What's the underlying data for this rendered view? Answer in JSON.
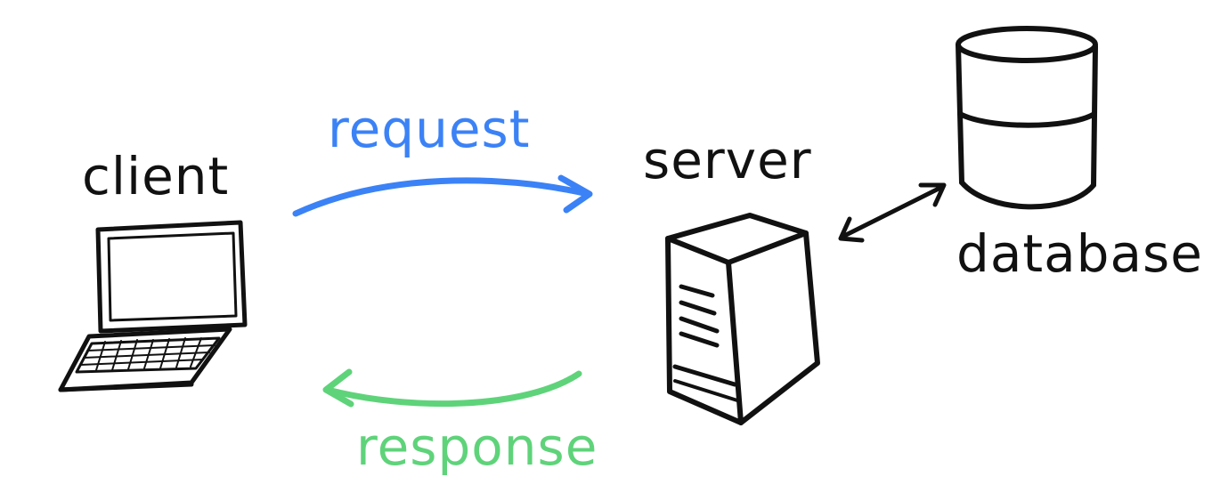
{
  "nodes": {
    "client": {
      "label": "client",
      "icon": "laptop-icon"
    },
    "server": {
      "label": "server",
      "icon": "server-tower-icon"
    },
    "database": {
      "label": "database",
      "icon": "database-cylinder-icon"
    }
  },
  "edges": {
    "request": {
      "label": "request",
      "from": "client",
      "to": "server",
      "color": "#3b82f6"
    },
    "response": {
      "label": "response",
      "from": "server",
      "to": "client",
      "color": "#5fd37a"
    },
    "server_database": {
      "from": "server",
      "to": "database",
      "bidirectional": true,
      "color": "#111111"
    }
  },
  "colors": {
    "ink": "#111111",
    "request": "#3b82f6",
    "response": "#5fd37a",
    "background": "#ffffff"
  }
}
